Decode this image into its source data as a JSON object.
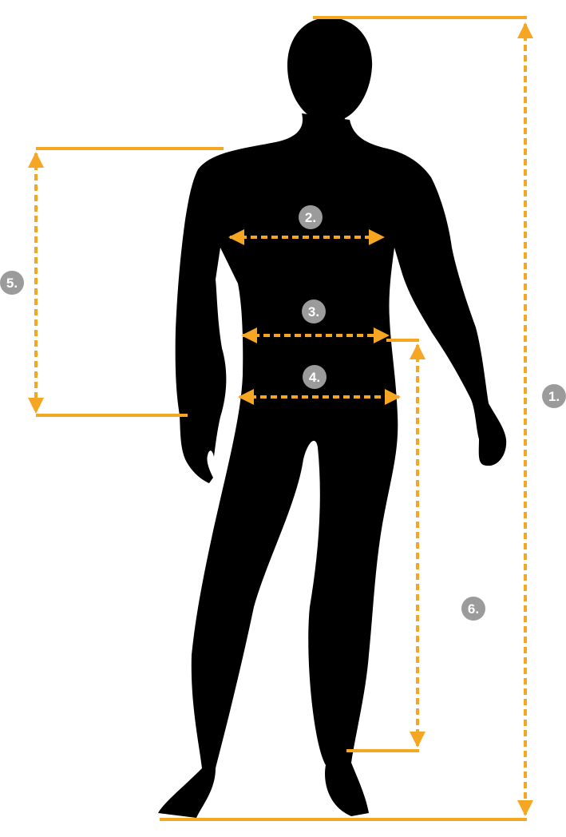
{
  "colors": {
    "background": "#ffffff",
    "silhouette": "#000000",
    "measure_line": "#f5a623",
    "badge": "#9b9b9b",
    "badge_text": "#ffffff"
  },
  "figure": {
    "icon": "human-body-silhouette-icon"
  },
  "measurements": [
    {
      "id": "height",
      "label": "1."
    },
    {
      "id": "chest",
      "label": "2."
    },
    {
      "id": "waist",
      "label": "3."
    },
    {
      "id": "hips",
      "label": "4."
    },
    {
      "id": "torso-length",
      "label": "5."
    },
    {
      "id": "inseam",
      "label": "6."
    }
  ]
}
